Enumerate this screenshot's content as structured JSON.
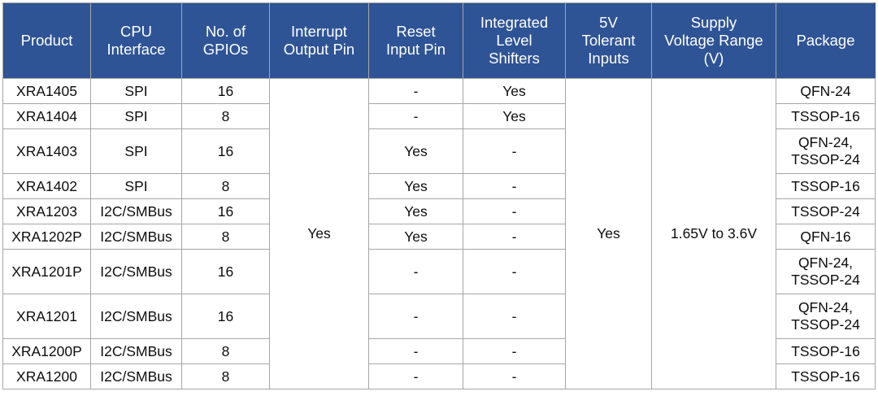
{
  "table": {
    "columns": [
      {
        "key": "product",
        "label": "Product"
      },
      {
        "key": "cpu",
        "label": "CPU\nInterface"
      },
      {
        "key": "gpios",
        "label": "No. of\nGPIOs"
      },
      {
        "key": "interrupt",
        "label": "Interrupt\nOutput Pin"
      },
      {
        "key": "reset",
        "label": "Reset\nInput Pin"
      },
      {
        "key": "levels",
        "label": "Integrated\nLevel\nShifters"
      },
      {
        "key": "tolerant",
        "label": "5V\nTolerant\nInputs"
      },
      {
        "key": "supply",
        "label": "Supply\nVoltage Range\n(V)"
      },
      {
        "key": "package",
        "label": "Package"
      }
    ],
    "merged_cells": {
      "interrupt_all_rows": "Yes",
      "tolerant_all_rows": "Yes",
      "supply_all_rows": "1.65V to 3.6V"
    },
    "rows": [
      {
        "product": "XRA1405",
        "cpu": "SPI",
        "gpios": "16",
        "reset": "-",
        "levels": "Yes",
        "package": "QFN-24",
        "tall": false
      },
      {
        "product": "XRA1404",
        "cpu": "SPI",
        "gpios": "8",
        "reset": "-",
        "levels": "Yes",
        "package": "TSSOP-16",
        "tall": false
      },
      {
        "product": "XRA1403",
        "cpu": "SPI",
        "gpios": "16",
        "reset": "Yes",
        "levels": "-",
        "package": "QFN-24,\nTSSOP-24",
        "tall": true
      },
      {
        "product": "XRA1402",
        "cpu": "SPI",
        "gpios": "8",
        "reset": "Yes",
        "levels": "-",
        "package": "TSSOP-16",
        "tall": false
      },
      {
        "product": "XRA1203",
        "cpu": "I2C/SMBus",
        "gpios": "16",
        "reset": "Yes",
        "levels": "-",
        "package": "TSSOP-24",
        "tall": false
      },
      {
        "product": "XRA1202P",
        "cpu": "I2C/SMBus",
        "gpios": "8",
        "reset": "Yes",
        "levels": "-",
        "package": "QFN-16",
        "tall": false
      },
      {
        "product": "XRA1201P",
        "cpu": "I2C/SMBus",
        "gpios": "16",
        "reset": "-",
        "levels": "-",
        "package": "QFN-24,\nTSSOP-24",
        "tall": true
      },
      {
        "product": "XRA1201",
        "cpu": "I2C/SMBus",
        "gpios": "16",
        "reset": "-",
        "levels": "-",
        "package": "QFN-24,\nTSSOP-24",
        "tall": true
      },
      {
        "product": "XRA1200P",
        "cpu": "I2C/SMBus",
        "gpios": "8",
        "reset": "-",
        "levels": "-",
        "package": "TSSOP-16",
        "tall": false
      },
      {
        "product": "XRA1200",
        "cpu": "I2C/SMBus",
        "gpios": "8",
        "reset": "-",
        "levels": "-",
        "package": "TSSOP-16",
        "tall": false
      }
    ]
  },
  "colors": {
    "header_background": "#2F5496",
    "header_text": "#FFFFFF",
    "grid_line": "#A6A6A6",
    "body_text": "#0D0D0D",
    "body_background": "#FFFFFF"
  }
}
